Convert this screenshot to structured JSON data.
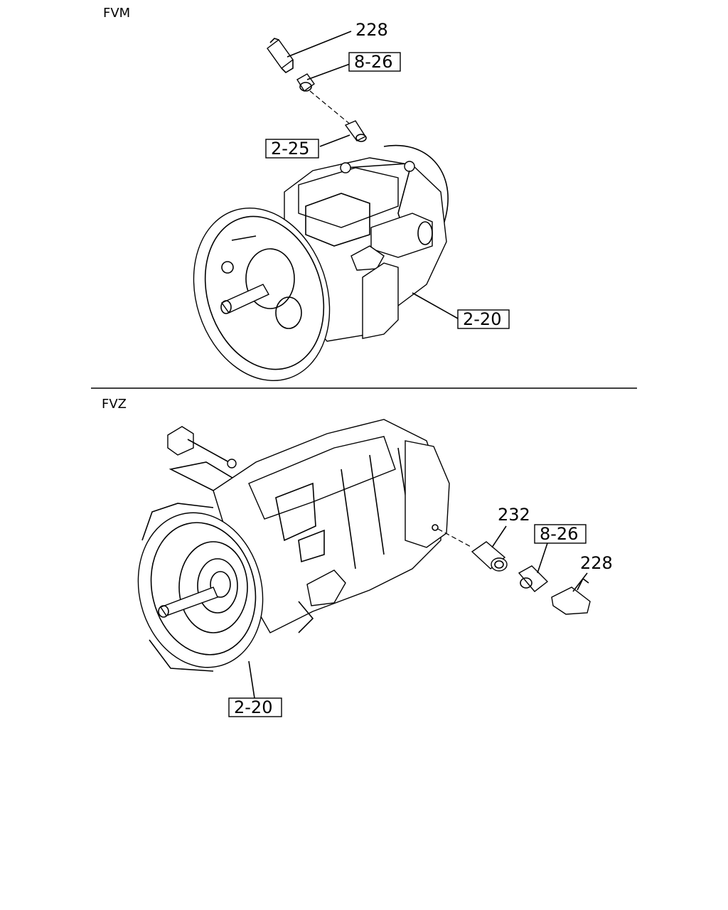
{
  "sections": {
    "top": {
      "title": "FVM"
    },
    "bottom": {
      "title": "FVZ"
    }
  },
  "callouts": {
    "top_228": "228",
    "top_8_26": "8-26",
    "top_2_25": "2-25",
    "top_2_20": "2-20",
    "bottom_232": "232",
    "bottom_8_26": "8-26",
    "bottom_228": "228",
    "bottom_2_20": "2-20"
  }
}
